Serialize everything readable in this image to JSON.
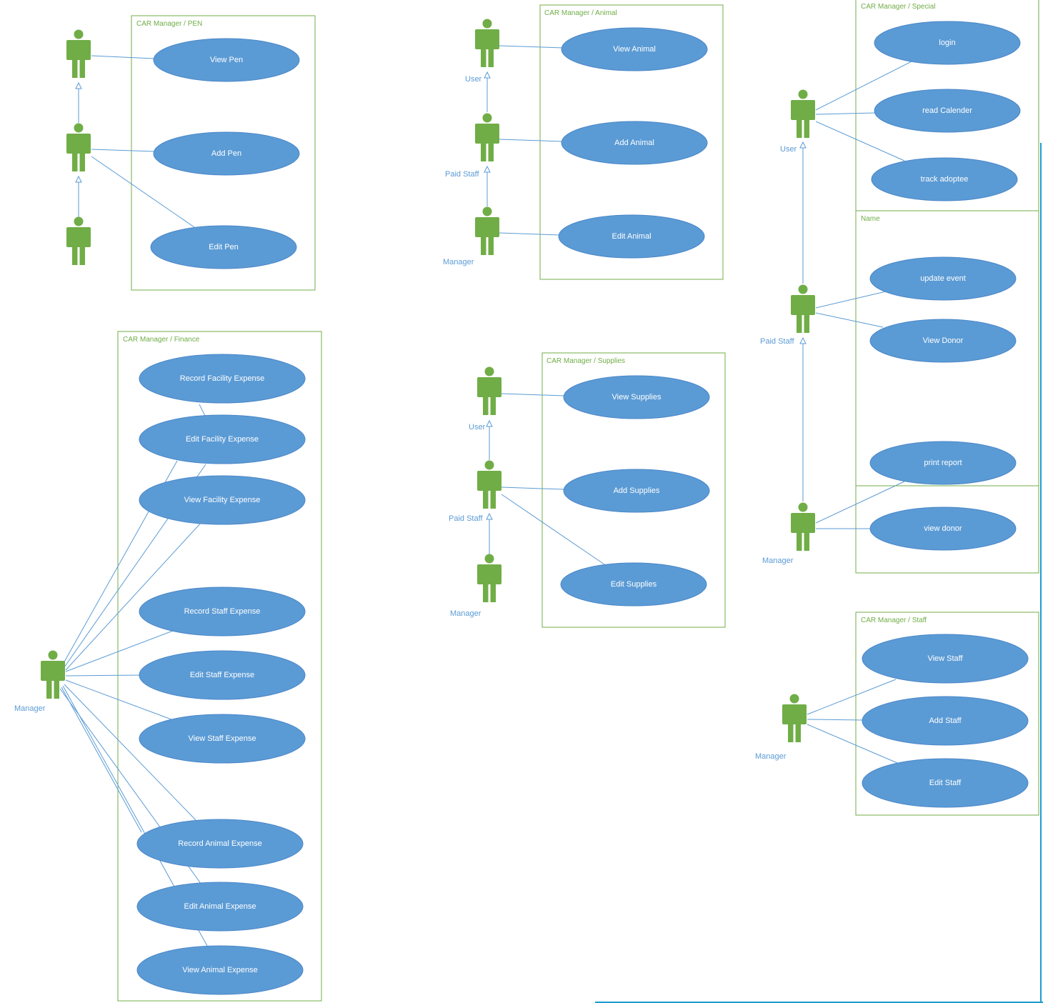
{
  "colors": {
    "use_case_fill": "#5b9bd5",
    "actor_fill": "#70ad47",
    "frame_stroke": "#70ad47",
    "line": "#5b9bd5",
    "actor_label": "#5b9bd5"
  },
  "frames": {
    "pen": "CAR Manager / PEN",
    "animal": "CAR Manager / Animal",
    "special": "CAR Manager / Special",
    "name": "Name",
    "finance": "CAR Manager / Finance",
    "supplies": "CAR Manager / Supplies",
    "staff": "CAR Manager / Staff"
  },
  "use_cases": {
    "pen": [
      "View Pen",
      "Add Pen",
      "Edit Pen"
    ],
    "animal": [
      "View Animal",
      "Add Animal",
      "Edit Animal"
    ],
    "special": [
      "login",
      "read Calender",
      "track adoptee"
    ],
    "name": [
      "update event",
      "View Donor",
      "print report",
      "view donor"
    ],
    "finance": [
      "Record Facility Expense",
      "Edit Facility Expense",
      "View Facility Expense",
      "Record Staff Expense",
      "Edit Staff Expense",
      "View Staff Expense",
      "Record Animal Expense",
      "Edit Animal Expense",
      "View Animal Expense"
    ],
    "supplies": [
      "View Supplies",
      "Add Supplies",
      "Edit Supplies"
    ],
    "staff": [
      "View Staff",
      "Add Staff",
      "Edit Staff"
    ]
  },
  "actors": {
    "animal": [
      "User",
      "Paid Staff",
      "Manager"
    ],
    "special": [
      "User",
      "Paid Staff",
      "Manager"
    ],
    "finance": [
      "Manager"
    ],
    "supplies": [
      "User",
      "Paid Staff",
      "Manager"
    ],
    "staff": [
      "Manager"
    ]
  }
}
